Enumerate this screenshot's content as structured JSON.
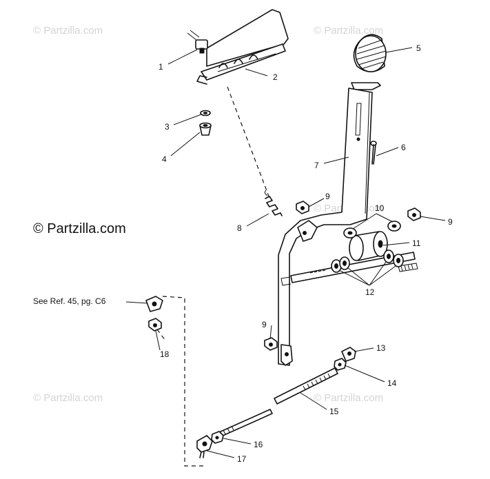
{
  "watermarks": {
    "small": "© Partzilla.com",
    "large": "© Partzilla.com"
  },
  "callouts": [
    {
      "id": "1",
      "label": "1"
    },
    {
      "id": "2",
      "label": "2"
    },
    {
      "id": "3",
      "label": "3"
    },
    {
      "id": "4",
      "label": "4"
    },
    {
      "id": "5",
      "label": "5"
    },
    {
      "id": "6",
      "label": "6"
    },
    {
      "id": "7",
      "label": "7"
    },
    {
      "id": "8",
      "label": "8"
    },
    {
      "id": "9a",
      "label": "9"
    },
    {
      "id": "9b",
      "label": "9"
    },
    {
      "id": "9c",
      "label": "9"
    },
    {
      "id": "10",
      "label": "10"
    },
    {
      "id": "11",
      "label": "11"
    },
    {
      "id": "12",
      "label": "12"
    },
    {
      "id": "13",
      "label": "13"
    },
    {
      "id": "14",
      "label": "14"
    },
    {
      "id": "15",
      "label": "15"
    },
    {
      "id": "16",
      "label": "16"
    },
    {
      "id": "17",
      "label": "17"
    },
    {
      "id": "18",
      "label": "18"
    }
  ],
  "reference_note": "See Ref. 45, pg. C6"
}
